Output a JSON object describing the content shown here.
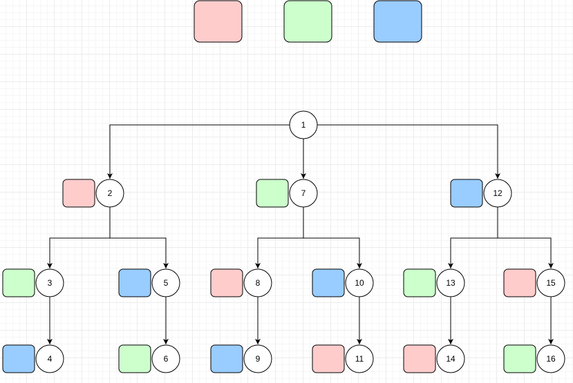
{
  "colors": {
    "red": "#ffcccc",
    "green": "#ccffcc",
    "blue": "#99ccff",
    "stroke": "#000000",
    "edge": "#000000"
  },
  "legend": [
    "red",
    "green",
    "blue"
  ],
  "nodes": [
    {
      "id": "n1",
      "label": "1",
      "color": null
    },
    {
      "id": "n2",
      "label": "2",
      "color": "red"
    },
    {
      "id": "n7",
      "label": "7",
      "color": "green"
    },
    {
      "id": "n12",
      "label": "12",
      "color": "blue"
    },
    {
      "id": "n3",
      "label": "3",
      "color": "green"
    },
    {
      "id": "n5",
      "label": "5",
      "color": "blue"
    },
    {
      "id": "n8",
      "label": "8",
      "color": "red"
    },
    {
      "id": "n10",
      "label": "10",
      "color": "blue"
    },
    {
      "id": "n13",
      "label": "13",
      "color": "green"
    },
    {
      "id": "n15",
      "label": "15",
      "color": "red"
    },
    {
      "id": "n4",
      "label": "4",
      "color": "blue"
    },
    {
      "id": "n6",
      "label": "6",
      "color": "green"
    },
    {
      "id": "n9",
      "label": "9",
      "color": "blue"
    },
    {
      "id": "n11",
      "label": "11",
      "color": "red"
    },
    {
      "id": "n14",
      "label": "14",
      "color": "red"
    },
    {
      "id": "n16",
      "label": "16",
      "color": "green"
    }
  ],
  "edges": [
    {
      "from": "n1",
      "to": "n2"
    },
    {
      "from": "n1",
      "to": "n7"
    },
    {
      "from": "n1",
      "to": "n12"
    },
    {
      "from": "n2",
      "to": "n3"
    },
    {
      "from": "n2",
      "to": "n5"
    },
    {
      "from": "n7",
      "to": "n8"
    },
    {
      "from": "n7",
      "to": "n10"
    },
    {
      "from": "n12",
      "to": "n13"
    },
    {
      "from": "n12",
      "to": "n15"
    },
    {
      "from": "n3",
      "to": "n4"
    },
    {
      "from": "n5",
      "to": "n6"
    },
    {
      "from": "n8",
      "to": "n9"
    },
    {
      "from": "n10",
      "to": "n11"
    },
    {
      "from": "n13",
      "to": "n14"
    },
    {
      "from": "n15",
      "to": "n16"
    }
  ]
}
